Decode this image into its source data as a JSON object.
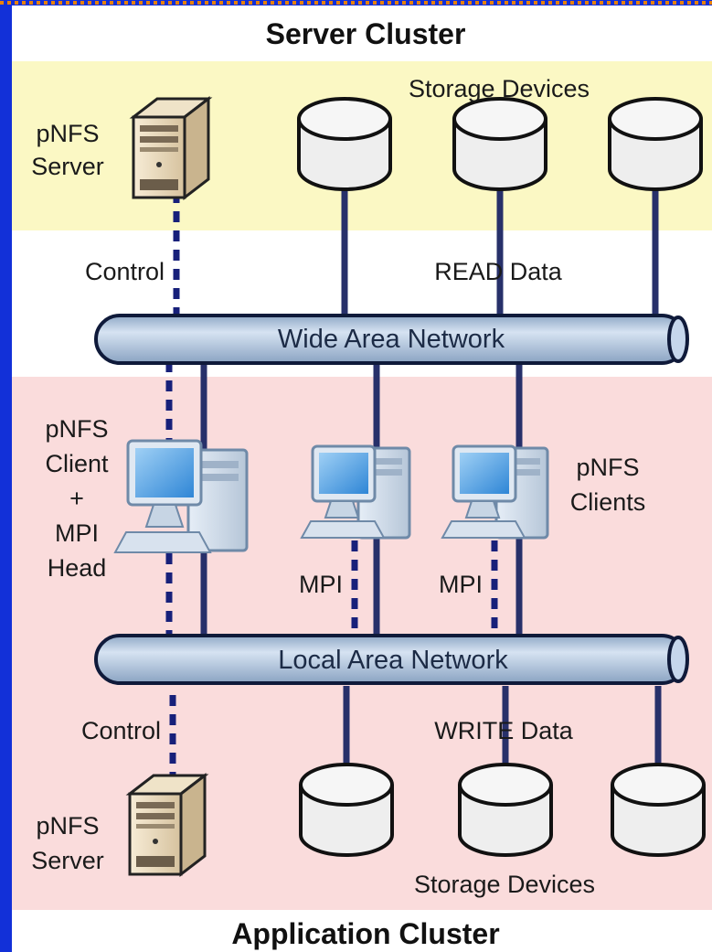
{
  "server_cluster": {
    "title": "Server Cluster",
    "server_label_line1": "pNFS",
    "server_label_line2": "Server",
    "storage_label": "Storage Devices",
    "control_label": "Control",
    "read_label": "READ Data"
  },
  "wan": {
    "label": "Wide Area Network"
  },
  "app_cluster": {
    "title": "Application Cluster",
    "head_label_lines": [
      "pNFS",
      "Client",
      "+",
      "MPI",
      "Head"
    ],
    "clients_label_line1": "pNFS",
    "clients_label_line2": "Clients",
    "mpi_label_1": "MPI",
    "mpi_label_2": "MPI",
    "control_label": "Control",
    "write_label": "WRITE Data",
    "server_label_line1": "pNFS",
    "server_label_line2": "Server",
    "storage_label": "Storage Devices"
  },
  "lan": {
    "label": "Local Area Network"
  },
  "colors": {
    "frame_left": "#1230d8",
    "frame_top": "#e8820a",
    "server_band": "#fbf8c4",
    "app_band": "#fadcdc",
    "pipe_fill": "#b9cde6",
    "link_line": "#27306a",
    "control_dash": "#17207a"
  }
}
